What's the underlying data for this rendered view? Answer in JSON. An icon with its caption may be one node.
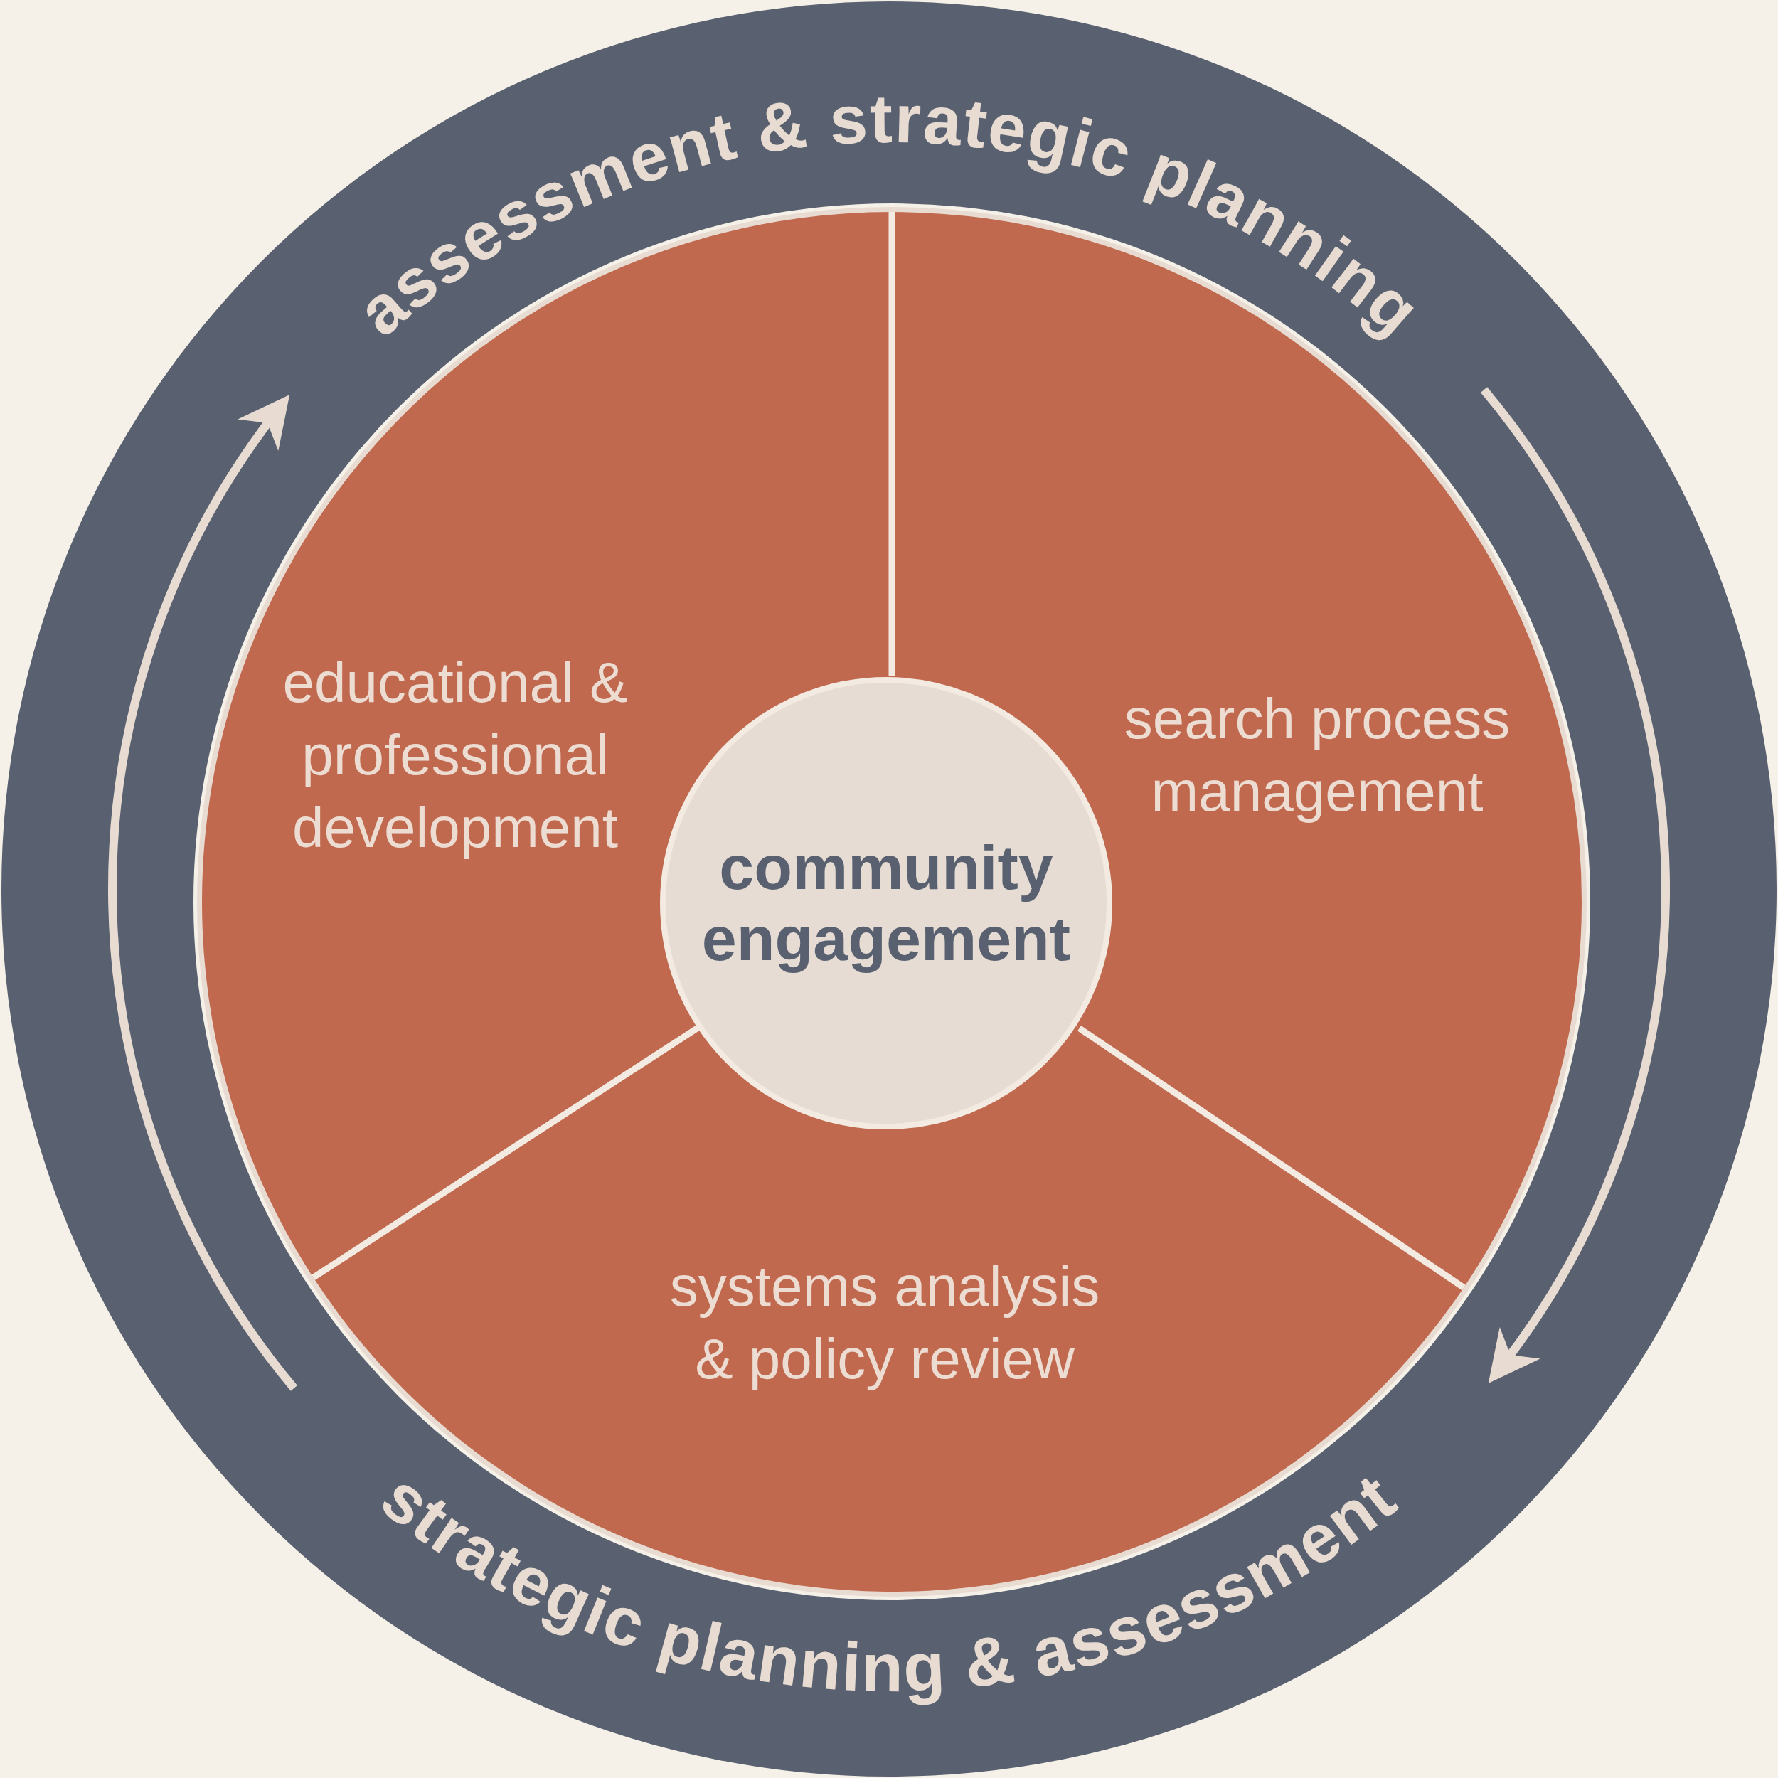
{
  "diagram": {
    "nodes": [
      {
        "text": [
          "assessment & strategic planning",
          "strategic planning & assessment"
        ]
      },
      {
        "text": [
          "educational & professional development"
        ],
        "in": 0
      },
      {
        "text": [
          "search process management"
        ],
        "in": 0
      },
      {
        "text": [
          "systems analysis & policy review"
        ],
        "in": 0
      },
      {
        "text": [
          "community engagement"
        ],
        "in": 0
      }
    ]
  }
}
